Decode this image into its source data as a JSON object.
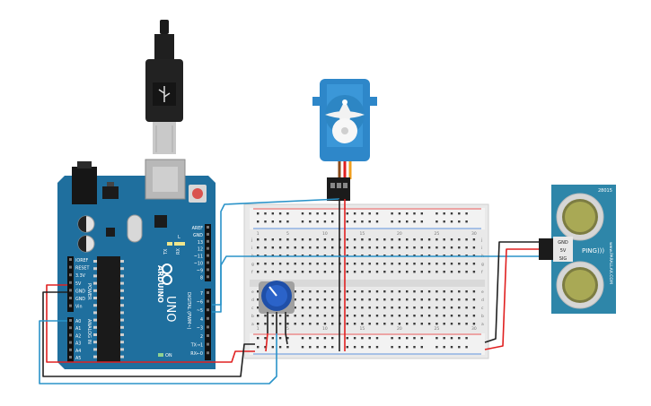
{
  "arduino": {
    "brand": "ARDUINO",
    "model": "UNO",
    "power_pins": [
      "IOREF",
      "RESET",
      "3.3V",
      "5V",
      "GND",
      "GND",
      "Vin"
    ],
    "power_label": "POWER",
    "analog_pins": [
      "A0",
      "A1",
      "A2",
      "A3",
      "A4",
      "A5"
    ],
    "analog_label": "ANALOG IN",
    "digital_top_pins": [
      "AREF",
      "GND",
      "13",
      "12",
      "~11",
      "~10",
      "~9",
      "8"
    ],
    "digital_bottom_pins": [
      "7",
      "~6",
      "~5",
      "4",
      "~3",
      "2",
      "TX→1",
      "RX←0"
    ],
    "digital_label": "DIGITAL (PWM~)",
    "led_labels": [
      "L",
      "TX",
      "RX",
      "ON"
    ]
  },
  "breadboard": {
    "columns": [
      "1",
      "5",
      "10",
      "15",
      "20",
      "25",
      "30"
    ],
    "rows_top": [
      "j",
      "i",
      "h",
      "g",
      "f"
    ],
    "rows_bottom": [
      "e",
      "d",
      "c",
      "b",
      "a"
    ]
  },
  "sensor": {
    "brand": "PING)))",
    "pins": [
      "GND",
      "5V",
      "SIG"
    ],
    "side_text": "www.PARALLAX.COM",
    "badge": "28015"
  },
  "colors": {
    "board": "#1f6f9e",
    "breadboard": "#e9e9e9",
    "wire_red": "#e02020",
    "wire_black": "#202020",
    "wire_blue": "#2a93c9",
    "servo": "#2e87c9",
    "sensor": "#2e86a9"
  }
}
